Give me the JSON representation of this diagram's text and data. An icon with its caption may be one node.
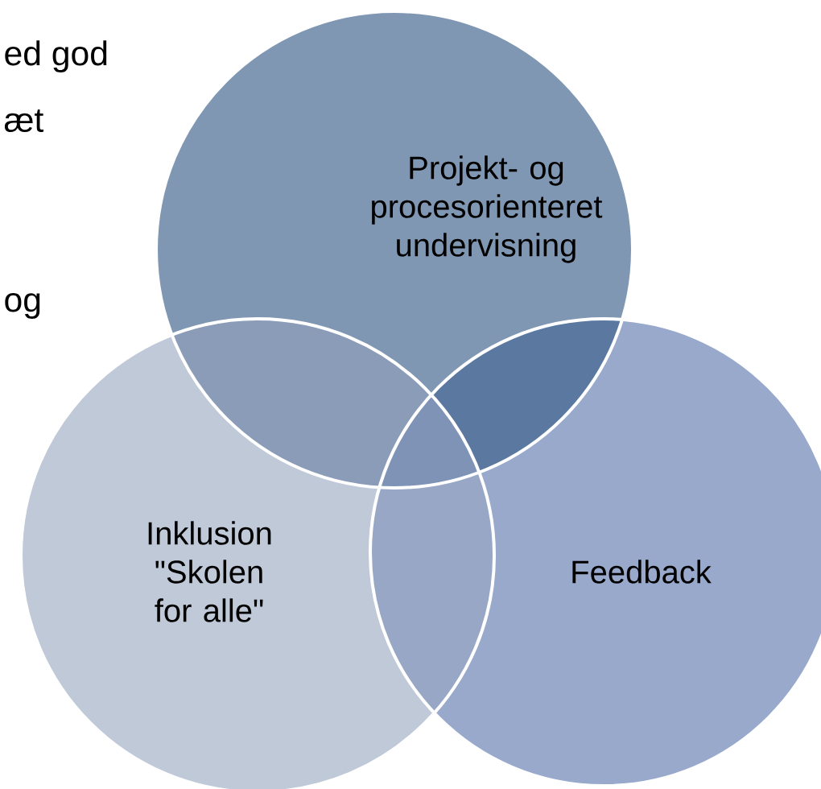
{
  "diagram": {
    "nodes": [
      {
        "text": [
          "Projekt- og procesorienteret undervisning"
        ]
      },
      {
        "text": [
          "Inklusion \"Skolen for alle\""
        ]
      },
      {
        "text": [
          "Feedback"
        ]
      }
    ],
    "labels": [
      "ed god",
      "æt",
      "og"
    ]
  }
}
